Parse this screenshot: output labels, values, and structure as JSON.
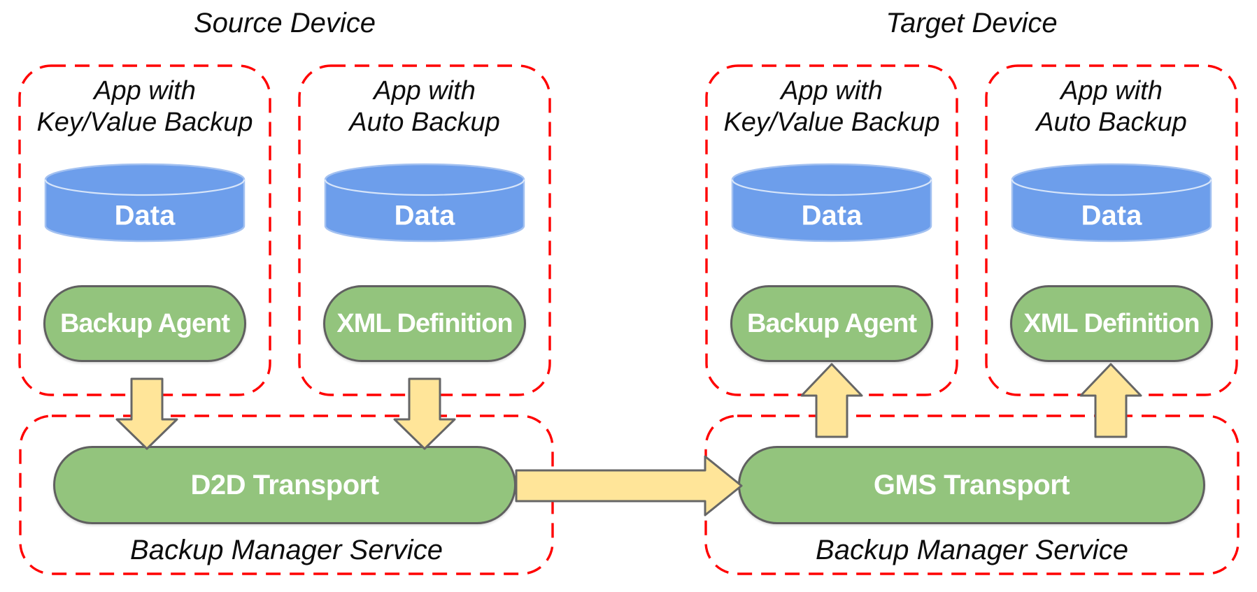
{
  "colors": {
    "red": "#ff0000",
    "green": "#93c47d",
    "greenborder": "#606060",
    "blue": "#6d9eeb",
    "blueborder": "#a3c1f1",
    "yellow": "#ffe599",
    "arrowborder": "#666666"
  },
  "source_device": {
    "title": "Source Device",
    "apps": [
      {
        "line1": "App with",
        "line2": "Key/Value Backup",
        "datastore": "Data",
        "component": "Backup Agent"
      },
      {
        "line1": "App with",
        "line2": "Auto Backup",
        "datastore": "Data",
        "component": "XML Definition"
      }
    ],
    "service": {
      "transport": "D2D Transport",
      "label": "Backup Manager Service"
    }
  },
  "target_device": {
    "title": "Target Device",
    "apps": [
      {
        "line1": "App with",
        "line2": "Key/Value Backup",
        "datastore": "Data",
        "component": "Backup Agent"
      },
      {
        "line1": "App with",
        "line2": "Auto Backup",
        "datastore": "Data",
        "component": "XML Definition"
      }
    ],
    "service": {
      "transport": "GMS Transport",
      "label": "Backup Manager Service"
    }
  },
  "arrows": [
    {
      "from": "Backup Agent",
      "to": "D2D Transport",
      "direction": "down"
    },
    {
      "from": "XML Definition",
      "to": "D2D Transport",
      "direction": "down"
    },
    {
      "from": "D2D Transport",
      "to": "GMS Transport",
      "direction": "right"
    },
    {
      "from": "GMS Transport",
      "to": "Backup Agent",
      "direction": "up"
    },
    {
      "from": "GMS Transport",
      "to": "XML Definition",
      "direction": "up"
    }
  ]
}
